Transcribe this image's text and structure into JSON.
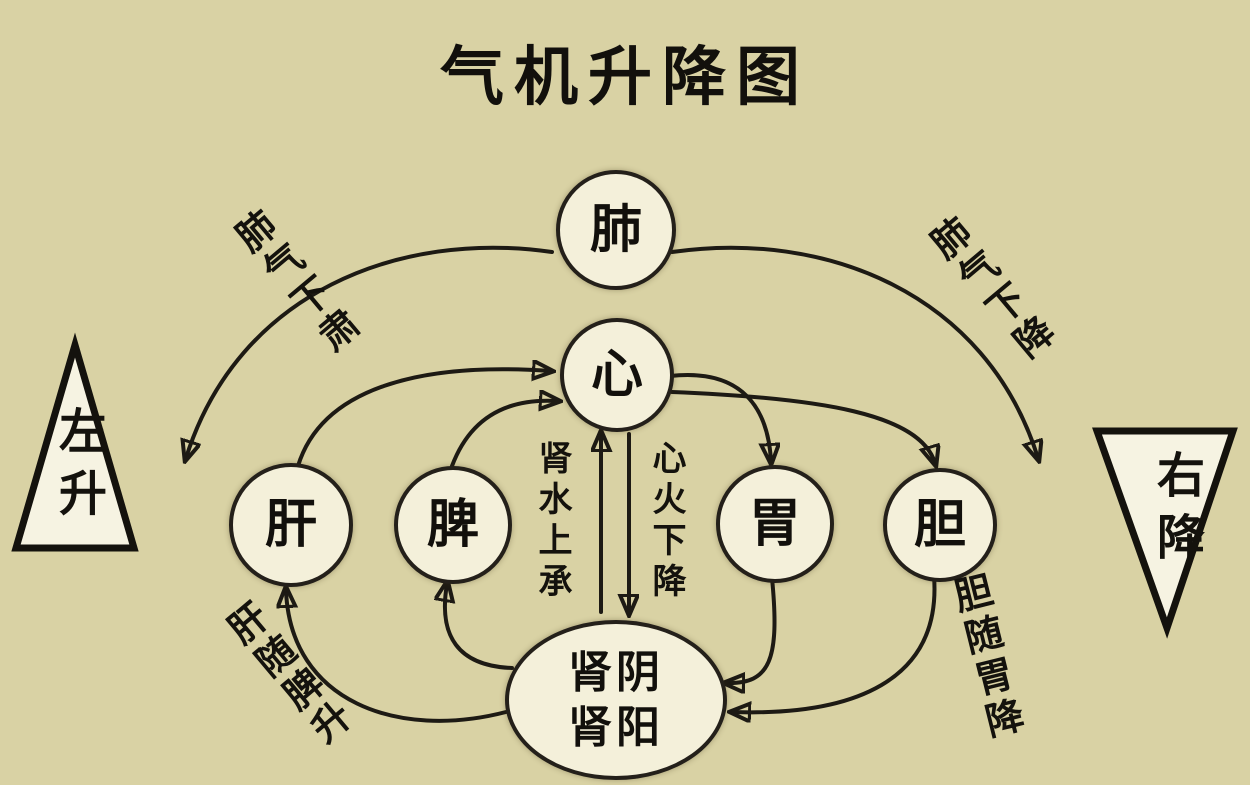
{
  "title": "气机升降图",
  "colors": {
    "background": "#d9d2a4",
    "node_fill": "#f4f0da",
    "ink": "#1d1a14"
  },
  "nodes": {
    "lung": "肺",
    "heart": "心",
    "liver": "肝",
    "spleen": "脾",
    "stomach": "胃",
    "gallbladder": "胆",
    "kidney_line1": "肾阴",
    "kidney_line2": "肾阳"
  },
  "side_markers": {
    "left": "左升",
    "right": "右降"
  },
  "arrow_labels": {
    "lung_left": "肺气下肃",
    "lung_right": "肺气下降",
    "kidney_water": "肾水上承",
    "heart_fire": "心火下降",
    "liver_spleen": "肝随脾升",
    "gallbladder_stomach": "胆随胃降"
  }
}
